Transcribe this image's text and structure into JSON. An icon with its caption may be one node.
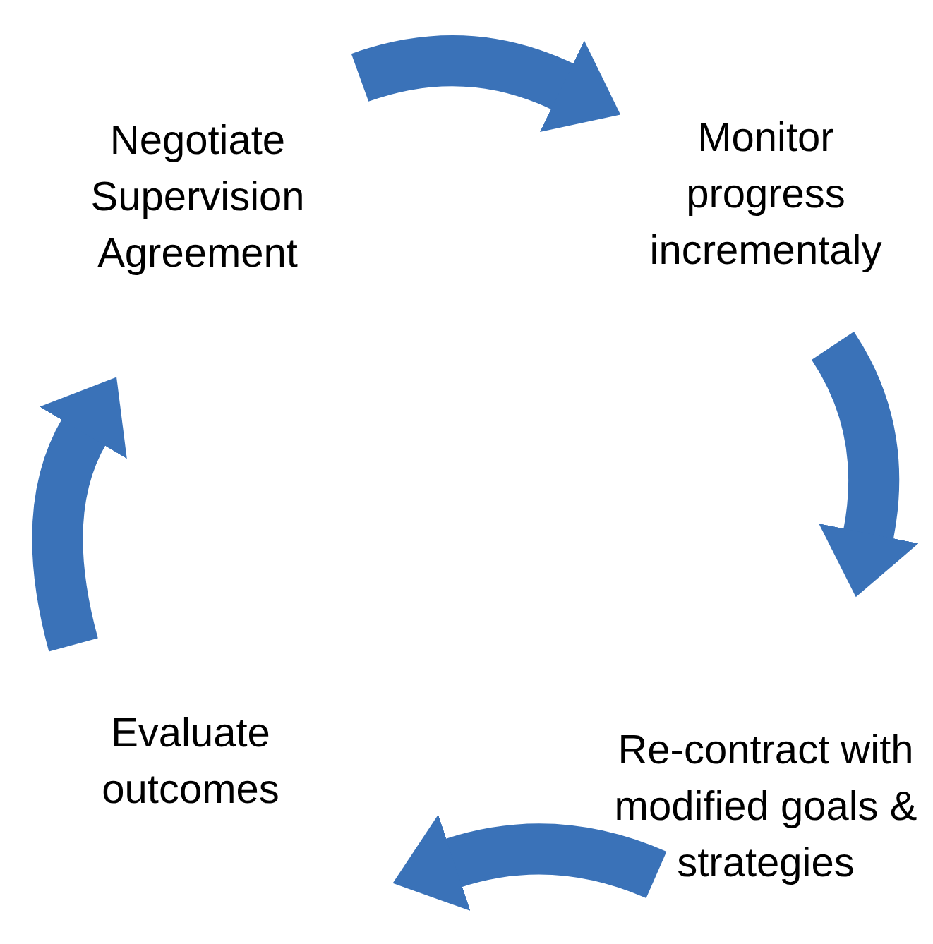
{
  "diagram": {
    "nodes": [
      {
        "text": [
          "Negotiate Supervision Agreement"
        ]
      },
      {
        "text": [
          "Monitor progress incrementaly"
        ]
      },
      {
        "text": [
          "Re-contract with modified goals & strategies"
        ]
      },
      {
        "text": [
          "Evaluate outcomes"
        ]
      }
    ],
    "edges": [
      {
        "from": 0,
        "to": 1,
        "arrow": "to"
      },
      {
        "from": 1,
        "to": 2,
        "arrow": "to"
      },
      {
        "from": 2,
        "to": 3,
        "arrow": "to"
      },
      {
        "from": 3,
        "to": 0,
        "arrow": "to"
      }
    ]
  }
}
